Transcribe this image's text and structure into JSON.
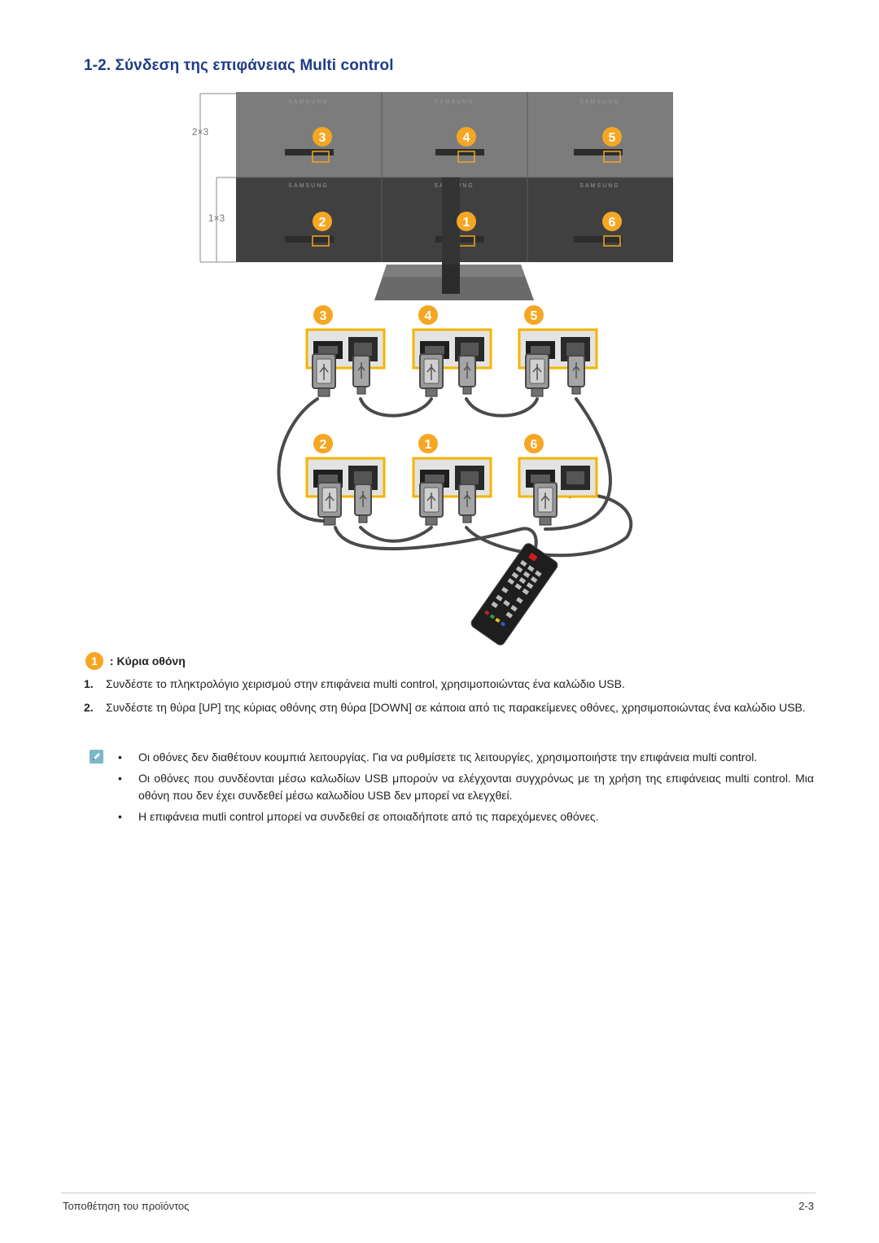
{
  "heading": "1-2. Σύνδεση της επιφάνειας Multi control",
  "figure": {
    "row_label_top": "2×3",
    "row_label_bottom": "1×3",
    "brand": "SAMSUNG",
    "monitor_numbers_top": [
      "3",
      "4",
      "5"
    ],
    "monitor_numbers_bottom": [
      "2",
      "1",
      "6"
    ],
    "accent_color": "#f5a623",
    "port_border_color": "#f5b400",
    "icons": [
      "usb-plug-icon",
      "usb-port-icon",
      "remote-control-icon"
    ]
  },
  "legend": {
    "number": "1",
    "label": ": Κύρια οθόνη"
  },
  "steps": [
    {
      "num": "1.",
      "text": "Συνδέστε το πληκτρολόγιο χειρισμού στην επιφάνεια multi control, χρησιμοποιώντας ένα καλώδιο USB."
    },
    {
      "num": "2.",
      "text": "Συνδέστε τη θύρα [UP] της κύριας οθόνης στη θύρα [DOWN] σε κάποια από τις παρακείμενες οθόνες, χρησιμοποιώντας ένα καλώδιο USB."
    }
  ],
  "notes": {
    "bullet": "•",
    "items": [
      "Οι οθόνες δεν διαθέτουν κουμπιά λειτουργίας. Για να ρυθμίσετε τις λειτουργίες, χρησιμοποιήστε την επιφάνεια multi control.",
      "Οι οθόνες που συνδέονται μέσω καλωδίων USB μπορούν να ελέγχονται συγχρόνως με τη χρήση της επιφάνειας multi control. Μια οθόνη που δεν έχει συνδεθεί μέσω καλωδίου USB δεν μπορεί να ελεγχθεί.",
      "Η επιφάνεια mutli control μπορεί να συνδεθεί σε οποιαδήποτε από τις παρεχόμενες οθόνες."
    ]
  },
  "footer": {
    "section": "Τοποθέτηση του προϊόντος",
    "page": "2-3"
  }
}
